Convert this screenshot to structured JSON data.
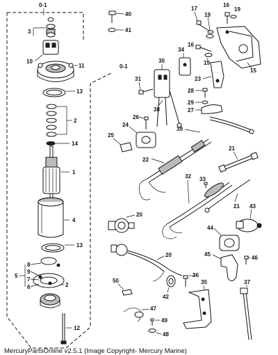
{
  "caption": "MercuryPartsOnline v2.5.1 (Image Copyright- Mercury Marine)",
  "group_label_left": "0-1",
  "group_label_right": "0-1",
  "labels": {
    "p1": "1",
    "p2a": "2",
    "p2b": "2",
    "p3": "3",
    "p4": "4",
    "p5": "5",
    "p6": "6",
    "p7": "7",
    "p8": "8",
    "p9": "9",
    "p10": "10",
    "p11": "11",
    "p12": "12",
    "p13a": "13",
    "p13b": "13",
    "p14": "14",
    "p15": "15",
    "p16": "16",
    "p17": "17",
    "p19a": "19",
    "p19b": "19",
    "p19c": "19",
    "p20a": "20",
    "p20b": "20",
    "p21a": "21",
    "p21b": "21",
    "p22": "22",
    "p23": "23",
    "p24": "24",
    "p25": "25",
    "p26": "26",
    "p27": "27",
    "p28": "28",
    "p29": "29",
    "p30": "30",
    "p31": "31",
    "p32": "32",
    "p33": "33",
    "p34": "34",
    "p35": "35",
    "p36": "36",
    "p37": "37",
    "p38": "38",
    "p39": "39",
    "p40": "40",
    "p41": "41",
    "p42": "42",
    "p43": "43",
    "p44": "44",
    "p45": "45",
    "p46": "46",
    "p47": "47",
    "p48": "48",
    "p49": "49",
    "p50": "50"
  }
}
